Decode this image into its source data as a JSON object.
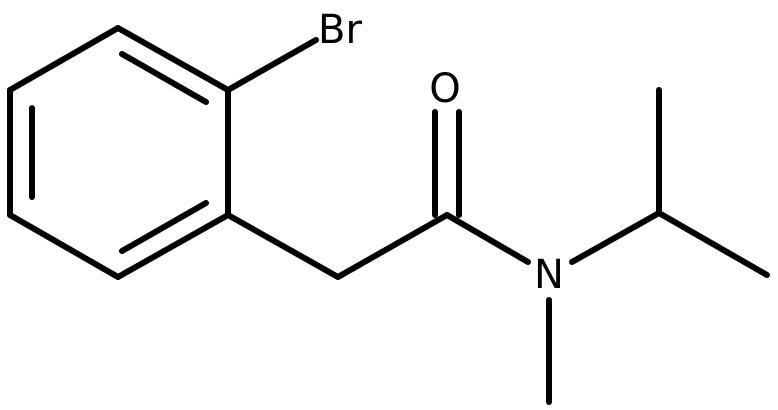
{
  "molecule": {
    "atoms": {
      "bromine": "Br",
      "oxygen": "O",
      "nitrogen": "N"
    },
    "line_color": "#000000",
    "background": "#ffffff"
  }
}
